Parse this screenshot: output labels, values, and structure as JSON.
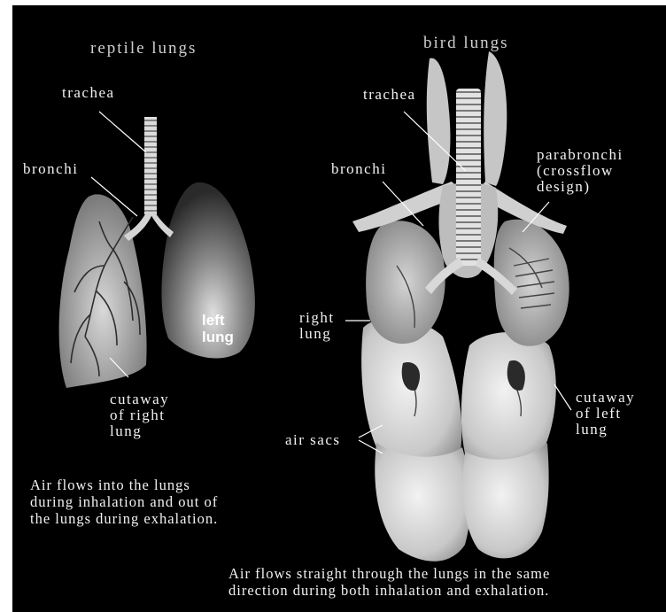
{
  "reptile": {
    "title": "reptile lungs",
    "trachea": "trachea",
    "bronchi": "bronchi",
    "left_lung": [
      "left",
      "lung"
    ],
    "cutaway": [
      "cutaway",
      "of right",
      "lung"
    ],
    "caption": [
      "Air flows into the lungs",
      "during inhalation and out of",
      "the lungs during exhalation."
    ]
  },
  "bird": {
    "title": "bird lungs",
    "trachea": "trachea",
    "bronchi": "bronchi",
    "parabronchi": [
      "parabronchi",
      "(crossflow",
      "design)"
    ],
    "right_lung": [
      "right",
      "lung"
    ],
    "air_sacs": "air sacs",
    "cutaway": [
      "cutaway",
      "of left",
      "lung"
    ],
    "caption": [
      "Air flows straight through the lungs in the same",
      "direction during both inhalation and exhalation."
    ]
  }
}
